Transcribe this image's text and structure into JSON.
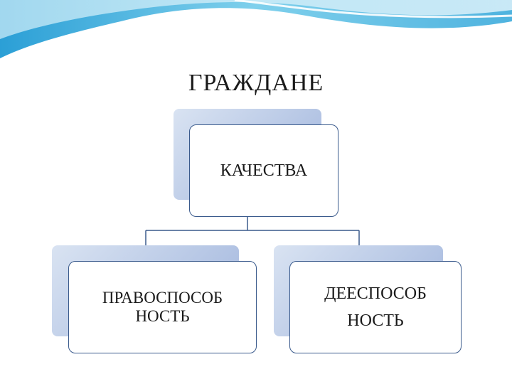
{
  "slide": {
    "title": "ГРАЖДАНЕ",
    "nodes": {
      "root": {
        "label": "КАЧЕСТВА"
      },
      "left": {
        "line1": "ПРАВОСПОСОБ",
        "line2": "НОСТЬ"
      },
      "right": {
        "line1": "ДЕЕСПОСОБ",
        "line2": "НОСТЬ"
      }
    }
  },
  "colors": {
    "accent_wave": "#4fb3df",
    "box_border": "#3a5a8c",
    "box_shadow": "#a9bbdf"
  }
}
